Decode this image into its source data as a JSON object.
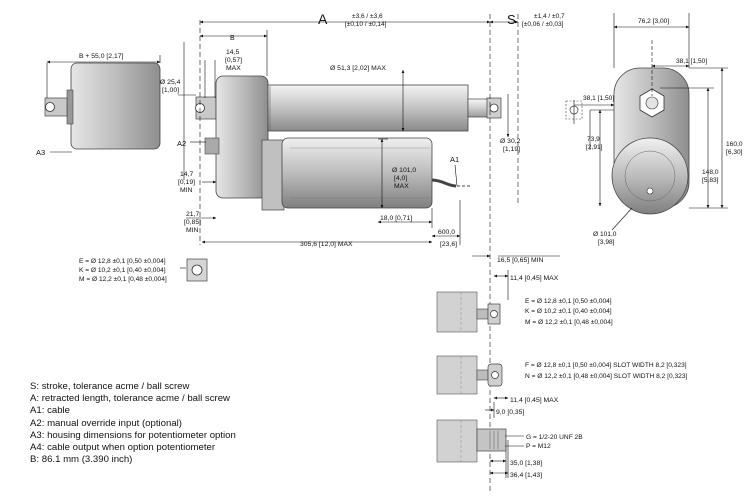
{
  "dimensions": {
    "A": "A",
    "A_tol": "±3,6 / ±3,6",
    "A_tol_in": "[±0,10 / ±0,14]",
    "S": "S",
    "S_tol": "±1,4 / ±0,7",
    "S_tol_in": "[±0,06 / ±0,03]",
    "B": "B",
    "B_plus": "B + 55,0 [2,17]",
    "d_25_4": "Ø 25,4",
    "d_25_4_in": "[1,00]",
    "m_14_5": "14,5",
    "m_14_5_in": "[0,57]",
    "max": "MAX",
    "d_51_3": "Ø 51,3 [2,02] MAX",
    "d_30_2": "Ø 30,2",
    "d_30_2_in": "[1,19]",
    "d_101": "Ø 101,0",
    "d_101_in": "[4,0]",
    "min": "MIN",
    "m_14_7": "14,7",
    "m_14_7_in": "[0,19]",
    "m_21_7": "21,7",
    "m_21_7_in": "[0,85]",
    "m_18": "18,0 [0,71]",
    "m_305": "305,6 [12,0] MAX",
    "m_600": "600,0",
    "m_600_in": "[23,6]",
    "m_16_5": "16,5 [0,65] MIN",
    "m_11_4": "11,4 [0,45] MAX",
    "m_9": "9,0 [0,35]",
    "m_35": "35,0 [1,38]",
    "m_36_4": "36,4 [1,43]",
    "m_76_2": "76,2 [3,00]",
    "m_38_1a": "38,1 [1,50]",
    "m_38_1b": "38,1 [1,50]",
    "m_73_9": "73,9",
    "m_73_9_in": "[2,91]",
    "m_160": "160,0",
    "m_160_in": "[6,30]",
    "m_148": "148,0",
    "m_148_in": "[5,83]",
    "d_101_end": "Ø 101,0",
    "d_101_end_in": "[3,98]"
  },
  "callouts": {
    "A1": "A1",
    "A2": "A2",
    "A3": "A3"
  },
  "specs": {
    "left": [
      "E = Ø 12,8 ±0,1 [0,50 ±0,004]",
      "K = Ø 10,2 ±0,1 [0,40 ±0,004]",
      "M = Ø 12,2 ±0,1 [0,48 ±0,004]"
    ],
    "right1": [
      "E = Ø 12,8 ±0,1 [0,50 ±0,004]",
      "K = Ø 10,2 ±0,1 [0,40 ±0,004]",
      "M = Ø 12,2 ±0,1 [0,48 ±0,004]"
    ],
    "right2": [
      "F = Ø 12,8 ±0,1 [0,50 ±0,004] SLOT WIDTH 8,2 [0,323]",
      "N = Ø 12,2 ±0,1 [0,48 ±0,004] SLOT WIDTH 8,2 [0,323]"
    ],
    "right3": [
      "G = 1/2-20 UNF 2B",
      "P = M12"
    ]
  },
  "legend": [
    "S: stroke, tolerance acme / ball screw",
    "A: retracted length, tolerance acme / ball screw",
    "A1: cable",
    "A2: manual override input (optional)",
    "A3: housing dimensions for potentiometer option",
    "A4: cable output when option potentiometer",
    "B: 86.1 mm (3.390 inch)"
  ]
}
